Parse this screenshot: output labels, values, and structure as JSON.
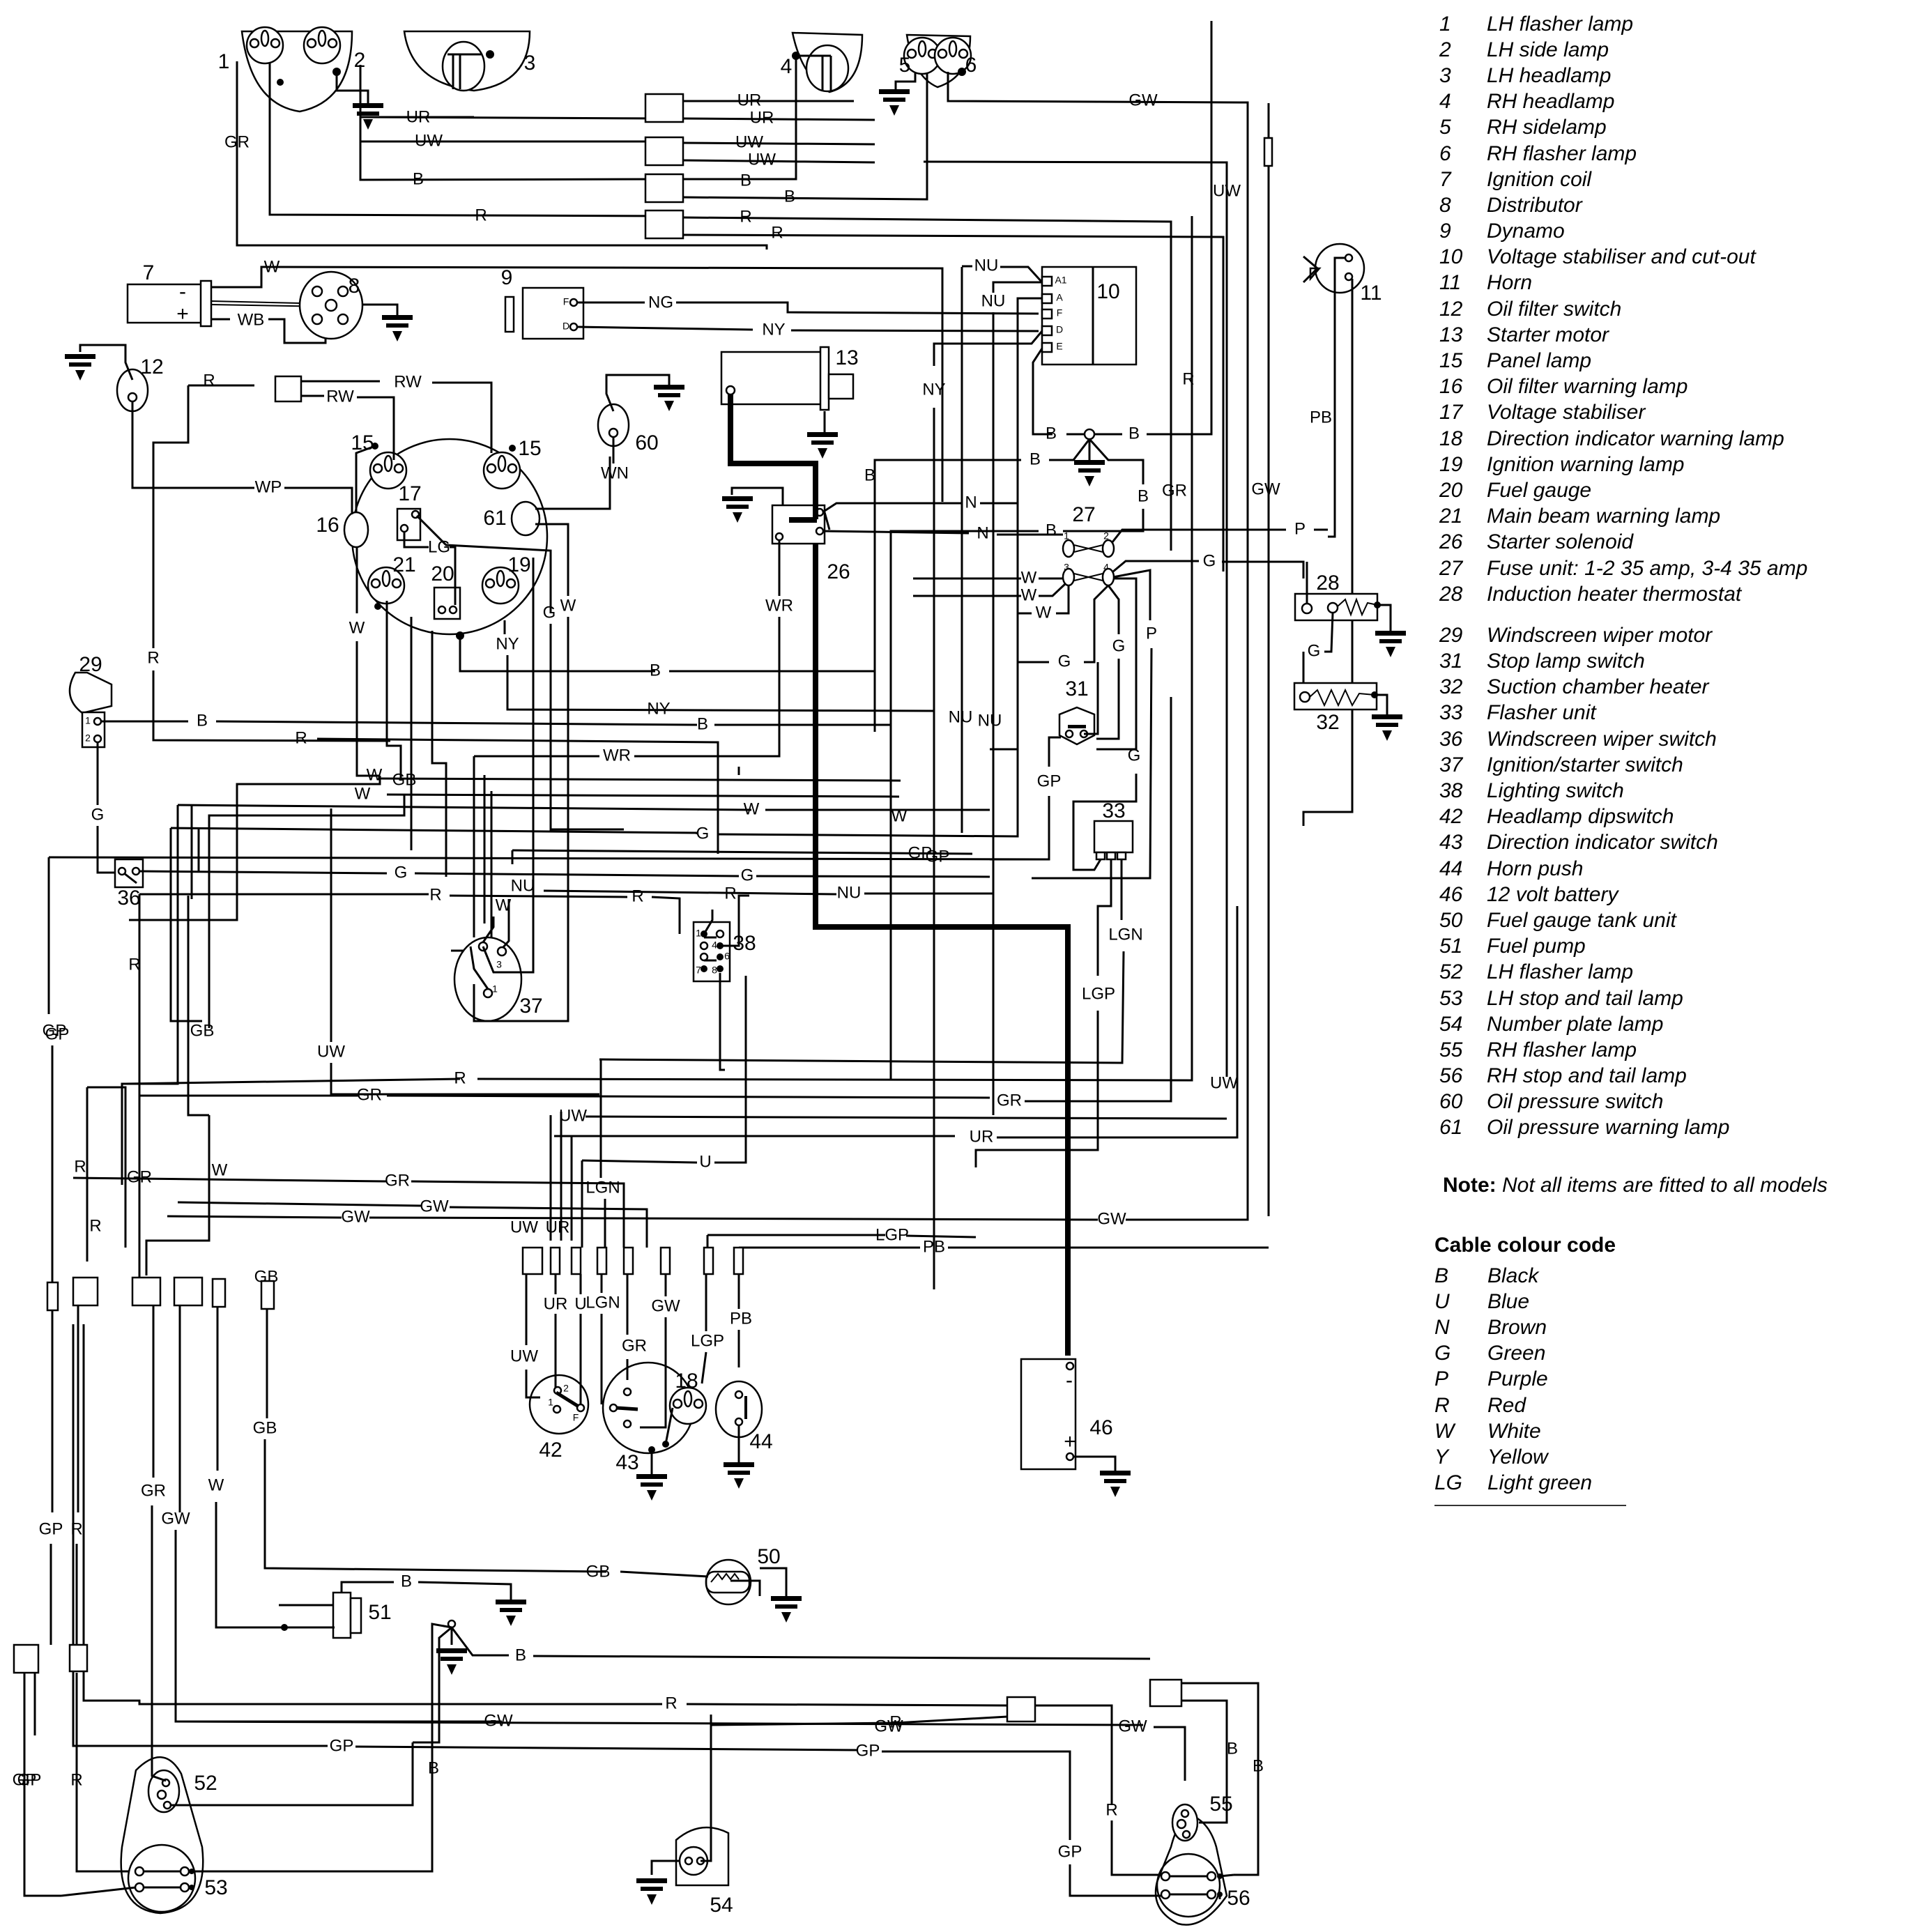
{
  "diagram": {
    "component_labels": {
      "c1": "1",
      "c2": "2",
      "c3": "3",
      "c4": "4",
      "c5": "5",
      "c6": "6",
      "c7": "7",
      "c8": "8",
      "c9": "9",
      "c10": "10",
      "c11": "11",
      "c12": "12",
      "c13": "13",
      "c15a": "15",
      "c15b": "15",
      "c16": "16",
      "c17": "17",
      "c18": "18",
      "c19": "19",
      "c20": "20",
      "c21": "21",
      "c26": "26",
      "c27": "27",
      "c28": "28",
      "c29": "29",
      "c31": "31",
      "c32": "32",
      "c33": "33",
      "c36": "36",
      "c37": "37",
      "c38": "38",
      "c42": "42",
      "c43": "43",
      "c44": "44",
      "c46": "46",
      "c50": "50",
      "c51": "51",
      "c52": "52",
      "c53": "53",
      "c54": "54",
      "c55": "55",
      "c56": "56",
      "c60": "60",
      "c61": "61"
    },
    "regulator_terminals": [
      "A1",
      "A",
      "F",
      "D",
      "E"
    ],
    "dynamo_terminals": [
      "F",
      "D"
    ],
    "coil_terminals": [
      "-",
      "+"
    ],
    "battery_terminals": [
      "-",
      "+"
    ],
    "fuse_terminals": [
      "1",
      "2",
      "3",
      "4"
    ],
    "wire_labels": {
      "gr_front": "GR",
      "ur_h1": "UR",
      "ur_h2": "UR",
      "ur_h3": "UR",
      "uw_h1": "UW",
      "uw_h2": "UW",
      "uw_h3": "UW",
      "b_h1": "B",
      "b_h2": "B",
      "b_h3": "B",
      "r_h1": "R",
      "r_h2": "R",
      "r_h3": "R",
      "gw_top": "GW",
      "uw_vert": "UW",
      "w_top": "W",
      "wb_coil": "WB",
      "ng_dyn": "NG",
      "ny_dyn": "NY",
      "nu_reg1": "NU",
      "nu_reg2": "NU",
      "r_vert": "R",
      "ny_vert": "NY",
      "b_earth1": "B",
      "b_earth2": "B",
      "b_earth3": "B",
      "b_earth4": "B",
      "b_vert": "B",
      "pb_horn": "PB",
      "gr_vert": "GR",
      "gw_vert": "GW",
      "r_oilsw": "R",
      "rw_1": "RW",
      "rw_2": "RW",
      "wp": "WP",
      "wn": "WN",
      "lg_inst": "LG",
      "n_1": "N",
      "n_2": "N",
      "p_horn": "P",
      "w_f1": "W",
      "w_f2": "W",
      "w_f3": "W",
      "g_f4": "G",
      "g_28": "G",
      "g_31": "G",
      "g_33": "G",
      "g_l": "G",
      "p_vert": "P",
      "gp_31": "GP",
      "wr_sol": "WR",
      "nu_vert": "NU",
      "ur_right": "UR",
      "lgn_33": "LGN",
      "lgp_33": "LGP",
      "g_inst": "G",
      "w_inst": "W",
      "ny_inst": "NY",
      "w_left": "W",
      "r_left": "R",
      "b_29": "B",
      "r_29": "R",
      "b_inst": "B",
      "ny_h": "NY",
      "b_h4": "B",
      "wr_h": "WR",
      "gb_v": "GB",
      "w_h1": "W",
      "w_h2": "W",
      "w_h3": "W",
      "g_h1": "G",
      "gp_h": "GP",
      "g_36": "G",
      "g_36b": "G",
      "r_36": "R",
      "r_36b": "R",
      "nu_h": "NU",
      "g_29": "G",
      "w_37": "W",
      "nu_37": "NU",
      "r_38": "R",
      "uw_v37": "UW",
      "gp_left": "GP",
      "r_lv": "R",
      "gb_lv": "GB",
      "r_mid": "R",
      "gr_mid": "GR",
      "uw_mid": "UW",
      "gr_r": "GR",
      "ur_mid": "UR",
      "uw_r": "UW",
      "u_mid": "U",
      "gr_h2": "GR",
      "gw_h2": "GW",
      "gw_h3": "GW",
      "lgp_h": "LGP",
      "gw_r": "GW",
      "pb_h": "PB",
      "r_c1": "R",
      "r_c2": "R",
      "gr_c1": "GR",
      "w_c1": "W",
      "gb_c1": "GB",
      "uw_s1": "UW",
      "ur_s1": "UR",
      "lgn_s1": "LGN",
      "uw_s2": "UW",
      "ur_s2": "UR",
      "u_s2": "U",
      "lgn_s2": "LGN",
      "gw_s2": "GW",
      "gr_43": "GR",
      "lgp_18": "LGP",
      "pb_44": "PB",
      "gp_rear": "GP",
      "r_rear": "R",
      "gr_rear": "GR",
      "gw_rear": "GW",
      "w_rear": "W",
      "gb_rear": "GB",
      "gb_50": "GB",
      "b_51": "B",
      "b_rear": "B",
      "gw_lr": "GW",
      "gw_r55": "GW",
      "r_lr": "R",
      "r_54": "R",
      "gp_lr": "GP",
      "gp_56": "GP",
      "r_56": "R",
      "b_55": "B",
      "b_56": "B",
      "gp_l1": "GP",
      "r_l1": "R",
      "b_52": "B",
      "gp_l2": "GP"
    }
  },
  "legend": {
    "items": [
      {
        "num": "1",
        "text": "LH flasher lamp"
      },
      {
        "num": "2",
        "text": "LH side lamp"
      },
      {
        "num": "3",
        "text": "LH headlamp"
      },
      {
        "num": "4",
        "text": "RH headlamp"
      },
      {
        "num": "5",
        "text": "RH sidelamp"
      },
      {
        "num": "6",
        "text": "RH flasher lamp"
      },
      {
        "num": "7",
        "text": "Ignition coil"
      },
      {
        "num": "8",
        "text": "Distributor"
      },
      {
        "num": "9",
        "text": "Dynamo"
      },
      {
        "num": "10",
        "text": "Voltage stabiliser and cut-out"
      },
      {
        "num": "11",
        "text": "Horn"
      },
      {
        "num": "12",
        "text": "Oil filter switch"
      },
      {
        "num": "13",
        "text": "Starter motor"
      },
      {
        "num": "15",
        "text": "Panel lamp"
      },
      {
        "num": "16",
        "text": "Oil filter warning lamp"
      },
      {
        "num": "17",
        "text": "Voltage stabiliser"
      },
      {
        "num": "18",
        "text": "Direction indicator warning lamp"
      },
      {
        "num": "19",
        "text": "Ignition warning lamp"
      },
      {
        "num": "20",
        "text": "Fuel gauge"
      },
      {
        "num": "21",
        "text": "Main beam warning lamp"
      },
      {
        "num": "26",
        "text": "Starter solenoid"
      },
      {
        "num": "27",
        "text": "Fuse unit: 1-2 35 amp, 3-4 35 amp"
      },
      {
        "num": "28",
        "text": "Induction heater thermostat"
      }
    ],
    "items2": [
      {
        "num": "29",
        "text": "Windscreen wiper motor"
      },
      {
        "num": "31",
        "text": "Stop lamp switch"
      },
      {
        "num": "32",
        "text": "Suction chamber heater"
      },
      {
        "num": "33",
        "text": "Flasher unit"
      },
      {
        "num": "36",
        "text": "Windscreen wiper switch"
      },
      {
        "num": "37",
        "text": "Ignition/starter switch"
      },
      {
        "num": "38",
        "text": "Lighting switch"
      },
      {
        "num": "42",
        "text": "Headlamp dipswitch"
      },
      {
        "num": "43",
        "text": "Direction indicator switch"
      },
      {
        "num": "44",
        "text": "Horn push"
      },
      {
        "num": "46",
        "text": "12 volt battery"
      },
      {
        "num": "50",
        "text": "Fuel gauge tank unit"
      },
      {
        "num": "51",
        "text": "Fuel pump"
      },
      {
        "num": "52",
        "text": "LH flasher lamp"
      },
      {
        "num": "53",
        "text": "LH stop and tail lamp"
      },
      {
        "num": "54",
        "text": "Number plate lamp"
      },
      {
        "num": "55",
        "text": "RH flasher lamp"
      },
      {
        "num": "56",
        "text": "RH stop and tail lamp"
      },
      {
        "num": "60",
        "text": "Oil pressure switch"
      },
      {
        "num": "61",
        "text": "Oil pressure warning lamp"
      }
    ],
    "note_label": "Note:",
    "note_text": "Not all items are fitted to all models"
  },
  "colour_code": {
    "title": "Cable colour code",
    "items": [
      {
        "code": "B",
        "name": "Black"
      },
      {
        "code": "U",
        "name": "Blue"
      },
      {
        "code": "N",
        "name": "Brown"
      },
      {
        "code": "G",
        "name": "Green"
      },
      {
        "code": "P",
        "name": "Purple"
      },
      {
        "code": "R",
        "name": "Red"
      },
      {
        "code": "W",
        "name": "White"
      },
      {
        "code": "Y",
        "name": "Yellow"
      },
      {
        "code": "LG",
        "name": "Light green"
      }
    ]
  }
}
